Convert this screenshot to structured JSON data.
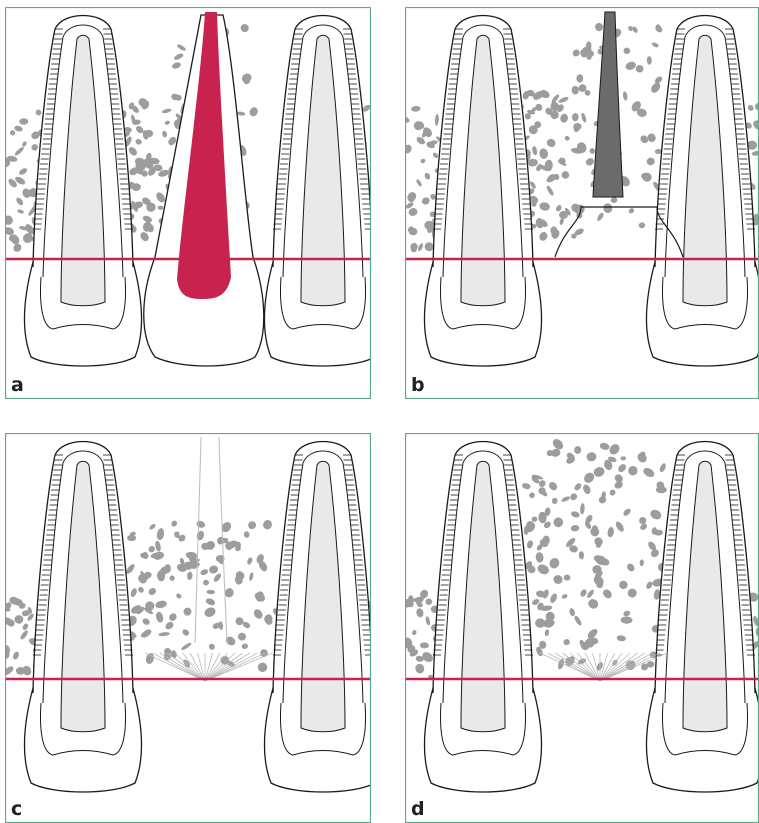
{
  "figure": {
    "colors": {
      "frame": "#5aa98a",
      "outline": "#1a1a1a",
      "pulp": "#e9e9e9",
      "bone": "#9d9d9d",
      "crest_line": "#c8234f",
      "root_fill_red": "#c8234f",
      "root_fill_gray": "#6b6b6b"
    },
    "panels": [
      {
        "id": "a",
        "label": "a"
      },
      {
        "id": "b",
        "label": "b"
      },
      {
        "id": "c",
        "label": "c"
      },
      {
        "id": "d",
        "label": "d"
      }
    ]
  }
}
